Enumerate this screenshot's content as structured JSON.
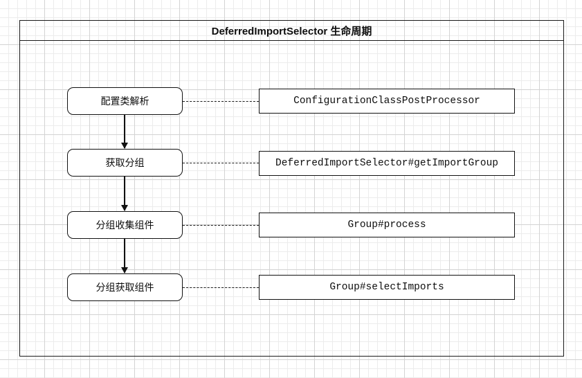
{
  "diagram": {
    "title": "DeferredImportSelector 生命周期",
    "type": "flowchart",
    "background": "grid-canvas",
    "colors": {
      "stroke": "#111111",
      "grid_minor": "#ececec",
      "grid_major": "#d3d3d3",
      "background": "#ffffff",
      "text": "#0d0d0d"
    },
    "steps": [
      {
        "id": "step-1",
        "label": "配置类解析",
        "code": "ConfigurationClassPostProcessor"
      },
      {
        "id": "step-2",
        "label": "获取分组",
        "code": "DeferredImportSelector#getImportGroup"
      },
      {
        "id": "step-3",
        "label": "分组收集组件",
        "code": "Group#process"
      },
      {
        "id": "step-4",
        "label": "分组获取组件",
        "code": "Group#selectImports"
      }
    ],
    "flow_arrows": [
      {
        "from": "step-1",
        "to": "step-2",
        "style": "solid-arrow"
      },
      {
        "from": "step-2",
        "to": "step-3",
        "style": "solid-arrow"
      },
      {
        "from": "step-3",
        "to": "step-4",
        "style": "solid-arrow"
      }
    ],
    "mapping_links": [
      {
        "from": "step-1",
        "to": "code-1",
        "style": "dashed"
      },
      {
        "from": "step-2",
        "to": "code-2",
        "style": "dashed"
      },
      {
        "from": "step-3",
        "to": "code-3",
        "style": "dashed"
      },
      {
        "from": "step-4",
        "to": "code-4",
        "style": "dashed"
      }
    ]
  }
}
